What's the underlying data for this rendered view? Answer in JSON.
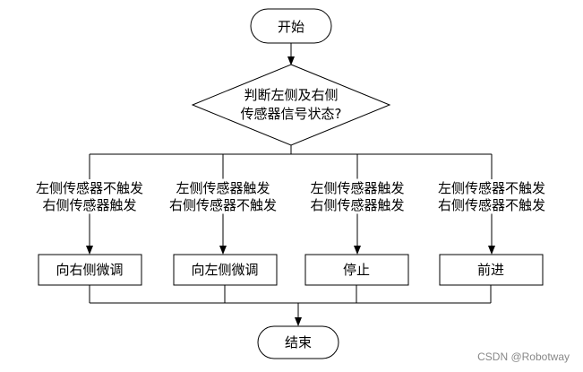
{
  "start": "开始",
  "decision": {
    "line1": "判断左侧及右侧",
    "line2": "传感器信号状态?"
  },
  "branches": [
    {
      "cond1": "左侧传感器不触发",
      "cond2": "右侧传感器触发",
      "action": "向右侧微调"
    },
    {
      "cond1": "左侧传感器触发",
      "cond2": "右侧传感器不触发",
      "action": "向左侧微调"
    },
    {
      "cond1": "左侧传感器触发",
      "cond2": "右侧传感器触发",
      "action": "停止"
    },
    {
      "cond1": "左侧传感器不触发",
      "cond2": "右侧传感器不触发",
      "action": "前进"
    }
  ],
  "end": "结束",
  "watermark": "CSDN @Robotway"
}
